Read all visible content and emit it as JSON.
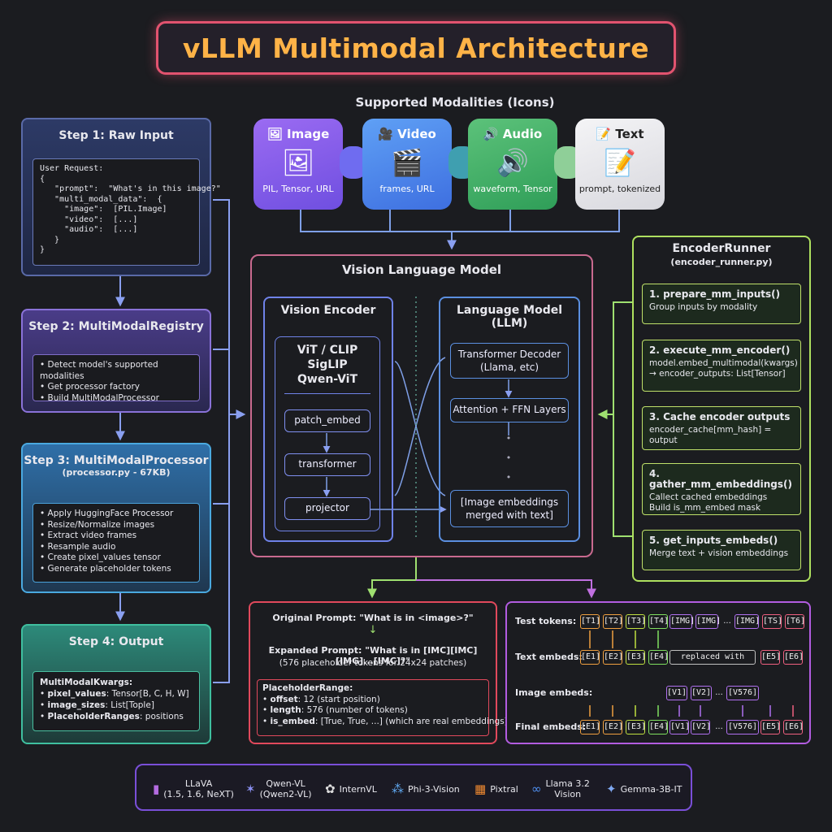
{
  "title": "vLLM Multimodal Architecture",
  "modalities": {
    "heading": "Supported Modalities (Icons)",
    "items": [
      {
        "label": "Image",
        "icon": "image-icon",
        "desc": "PIL, Tensor, URL",
        "color": "#8a5cf6"
      },
      {
        "label": "Video",
        "icon": "video-icon",
        "desc": "frames, URL",
        "color": "#4f8ef0"
      },
      {
        "label": "Audio",
        "icon": "audio-icon",
        "desc": "waveform, Tensor",
        "color": "#3fae5f"
      },
      {
        "label": "Text",
        "icon": "text-icon",
        "desc": "prompt, tokenized",
        "color": "#e8e8ea"
      }
    ]
  },
  "steps": {
    "s1": {
      "title": "Step 1: Raw Input",
      "code": [
        "User Request:",
        "{",
        "   \"prompt\":  \"What's in this image?\"",
        "   \"multi_modal_data\":  {",
        "     \"image\":  [PIL.Image]",
        "     \"video\":  [...]",
        "     \"audio\":  [...]",
        "   }",
        "}"
      ]
    },
    "s2": {
      "title": "Step 2: MultiModalRegistry",
      "items": [
        "Detect model's supported modalities",
        "Get processor factory",
        "Build MultiModalProcessor"
      ]
    },
    "s3": {
      "title": "Step 3: MultiModalProcessor",
      "subtitle": "(processor.py - 67KB)",
      "items": [
        "Apply HuggingFace Processor",
        "Resize/Normalize images",
        "Extract video frames",
        "Resample audio",
        "Create pixel_values tensor",
        "Generate placeholder tokens"
      ]
    },
    "s4": {
      "title": "Step 4: Output",
      "heading": "MultiModalKwargs:",
      "items": [
        {
          "key": "pixel_values",
          "val": ": Tensor[B, C, H, W]"
        },
        {
          "key": "image_sizes",
          "val": ": List[Tople]"
        },
        {
          "key": "PlaceholderRanges",
          "val": ": positions"
        }
      ]
    }
  },
  "vlm": {
    "title": "Vision Language Model",
    "encoder": {
      "title": "Vision Encoder",
      "models": [
        "ViT / CLIP",
        "SigLIP",
        "Qwen-ViT"
      ],
      "stages": [
        "patch_embed",
        "transformer",
        "projector"
      ]
    },
    "llm": {
      "title": "Language Model (LLM)",
      "decoder": "Transformer Decoder\n(Llama, etc)",
      "layers": "Attention + FFN Layers",
      "dots": "•\n•\n•",
      "merged": "[Image embeddings\nmerged with text]"
    }
  },
  "runner": {
    "title": "EncoderRunner",
    "subtitle": "(encoder_runner.py)",
    "steps": [
      {
        "title": "1. prepare_mm_inputs()",
        "lines": [
          "Group inputs by modality"
        ]
      },
      {
        "title": "2. execute_mm_encoder()",
        "lines": [
          "model.embed_multimodal(kwargs)",
          "→ encoder_outputs: List[Tensor]"
        ]
      },
      {
        "title": "3. Cache encoder outputs",
        "lines": [
          "encoder_cache[mm_hash] = output"
        ]
      },
      {
        "title": "4. gather_mm_embeddings()",
        "lines": [
          "Callect cached embeddings",
          "Build is_mm_embed mask"
        ]
      },
      {
        "title": "5. get_inputs_embeds()",
        "lines": [
          "Merge text + vision embeddings"
        ]
      }
    ]
  },
  "prompt": {
    "original": "Original Prompt: \"What is in <image>?\"",
    "arrow": "↓",
    "expanded": "Expanded Prompt: \"What is in [IMC][IMC][IMG]...[IMC]?\"",
    "note": "(576 placeholder tokens for 24x24 patches)",
    "range_title": "PlaceholderRange:",
    "range_items": [
      {
        "key": "offset",
        "val": ": 12 (start position)"
      },
      {
        "key": "length",
        "val": ": 576 (number of tokens)"
      },
      {
        "key": "is_embed",
        "val": ": [True, True, ...] (which are real embeddings)"
      }
    ]
  },
  "tokens": {
    "row_labels": [
      "Test tokens:",
      "Text embeds:",
      "Image embeds:",
      "Final embeds:"
    ],
    "text_tokens": [
      "[T1]",
      "[T2]",
      "[T3]",
      "[T4]",
      "[IMG]",
      "[IMG]",
      "...",
      "[IMG]",
      "[TS]",
      "[T6]"
    ],
    "text_embeds": [
      "[E1]",
      "[E2]",
      "[E3]",
      "[E4]",
      "replaced with",
      "[E5]",
      "[E6]"
    ],
    "image_embeds": [
      "[V1]",
      "[V2]",
      "...",
      "[V576]"
    ],
    "final_embeds": [
      "[E1]",
      "[E2]",
      "[E3]",
      "[E4]",
      "[V1]",
      "[V2]",
      "...",
      "[V576]",
      "[E5]",
      "[E6]"
    ]
  },
  "models": [
    {
      "name": "LLaVA\n(1.5, 1.6, NeXT)",
      "icon": "llava-logo-icon"
    },
    {
      "name": "Qwen-VL\n(Qwen2-VL)",
      "icon": "qwen-logo-icon"
    },
    {
      "name": "InternVL",
      "icon": "internvl-logo-icon"
    },
    {
      "name": "Phi-3-Vision",
      "icon": "phi-logo-icon"
    },
    {
      "name": "Pixtral",
      "icon": "pixtral-logo-icon"
    },
    {
      "name": "Llama 3.2\nVision",
      "icon": "meta-logo-icon"
    },
    {
      "name": "Gemma-3B-IT",
      "icon": "gemma-logo-icon"
    }
  ]
}
